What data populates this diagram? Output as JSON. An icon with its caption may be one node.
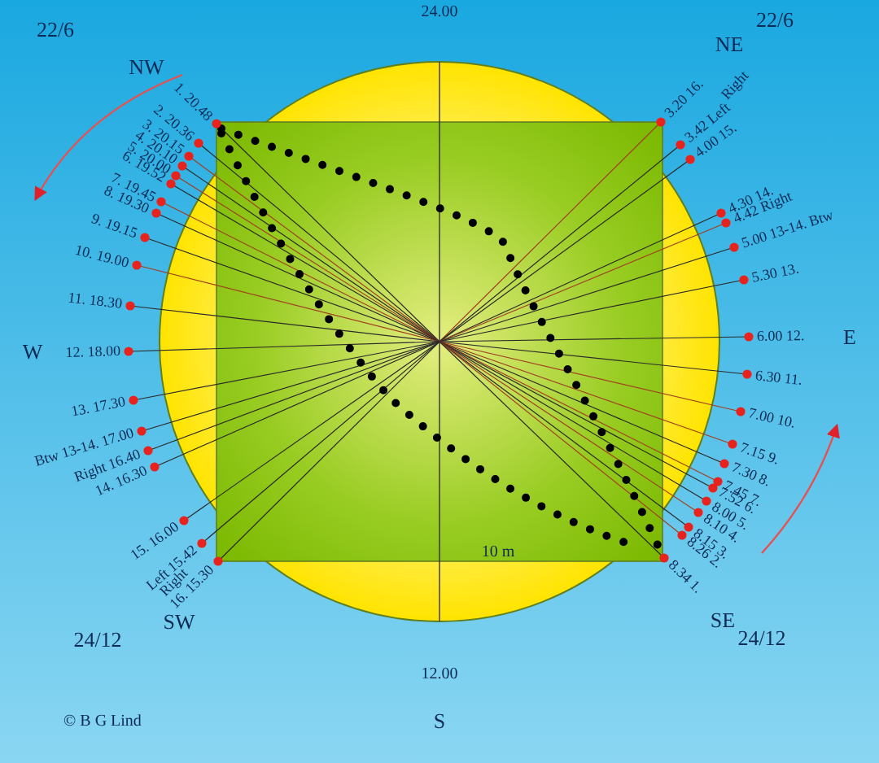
{
  "diagram": {
    "labels": [
      "24.00",
      "22/6",
      "22/6",
      "NW",
      "NE",
      "1. 20.48",
      "3.20 16.",
      "Right",
      "2. 20.36",
      "3. 20.15",
      "4. 20.10",
      "3.42 Left",
      "5. 20.00",
      "6. 19.52",
      "4.00 15.",
      "7. 19.45",
      "8. 19.30",
      "4.30 14.",
      "4.42 Right",
      "9. 19.15",
      "5.00 13-14. Btw",
      "10. 19.00",
      "5.30 13.",
      "11. 18.30",
      "W",
      "12. 18.00",
      "6.00 12.",
      "E",
      "6.30 11.",
      "13. 17.30",
      "7.00 10.",
      "Btw 13-14. 17.00",
      "Right 16.40",
      "7.15 9.",
      "14. 16.30",
      "7.30 8.",
      "7.45 7.",
      "7.52 6.",
      "8.00 5.",
      "8.10 4.",
      "15. 16.00",
      "8.15 3.",
      "8.26 2.",
      "Left 15.42",
      "10 m",
      "Right",
      "16. 15.30",
      "8.34 1.",
      "SW",
      "SE",
      "24/12",
      "24/12",
      "12.00",
      "© B G Lind",
      "S"
    ]
  }
}
